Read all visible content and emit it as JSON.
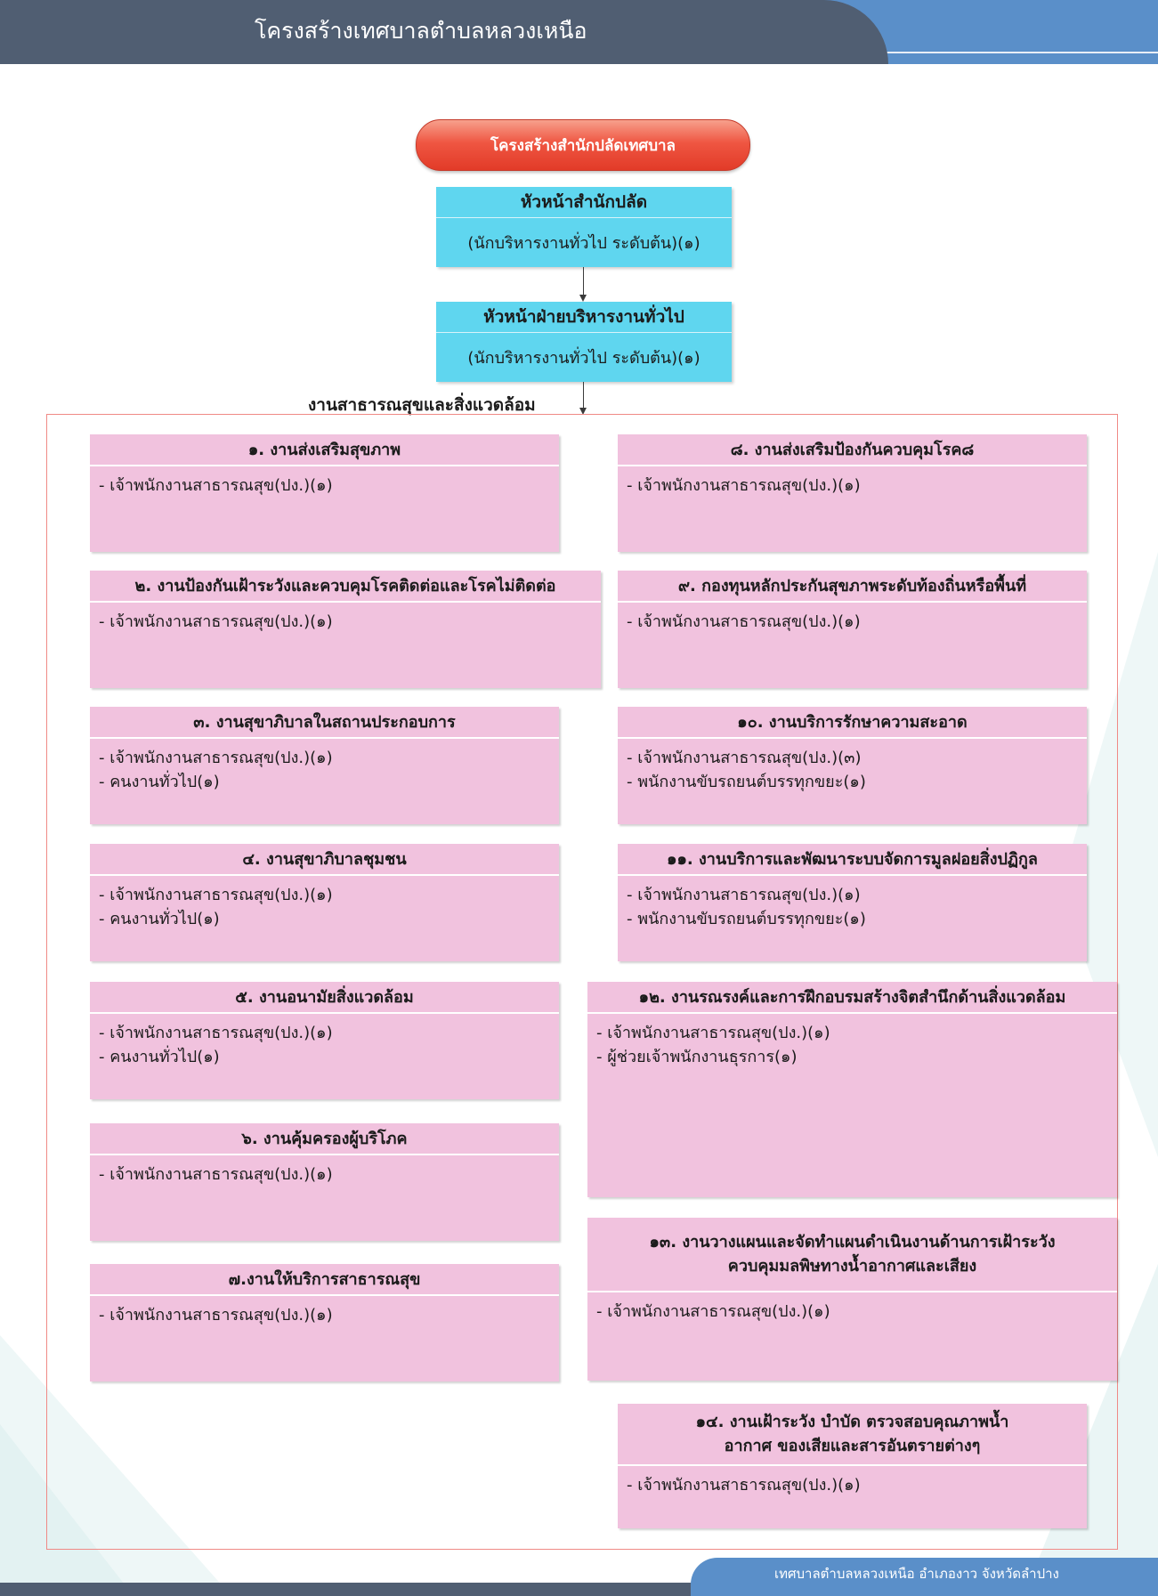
{
  "header": {
    "title": "โครงสร้างเทศบาลตำบลหลวงเหนือ"
  },
  "footer": {
    "text": "เทศบาลตำบลหลวงเหนือ อำเภองาว จังหวัดลำปาง"
  },
  "chart": {
    "title": "โครงสร้างสำนักปลัดเทศบาล"
  },
  "head_boxes": [
    {
      "title": "หัวหน้าสำนักปลัด",
      "subtitle": "(นักบริหารงานทั่วไป ระดับต้น)(๑)"
    },
    {
      "title": "หัวหน้าฝ่ายบริหารงานทั่วไป",
      "subtitle": "(นักบริหารงานทั่วไป ระดับต้น)(๑)"
    }
  ],
  "section_label": "งานสาธารณสุขและสิ่งแวดล้อม",
  "units": [
    {
      "title": "๑. งานส่งเสริมสุขภาพ",
      "staff": [
        "- เจ้าพนักงานสาธารณสุข(ปง.)(๑)"
      ]
    },
    {
      "title": "๒. งานป้องกันเฝ้าระวังและควบคุมโรคติดต่อและโรคไม่ติดต่อ",
      "staff": [
        "- เจ้าพนักงานสาธารณสุข(ปง.)(๑)"
      ]
    },
    {
      "title": "๓. งานสุขาภิบาลในสถานประกอบการ",
      "staff": [
        "- เจ้าพนักงานสาธารณสุข(ปง.)(๑)",
        "- คนงานทั่วไป(๑)"
      ]
    },
    {
      "title": "๔. งานสุขาภิบาลชุมชน",
      "staff": [
        "- เจ้าพนักงานสาธารณสุข(ปง.)(๑)",
        "- คนงานทั่วไป(๑)"
      ]
    },
    {
      "title": "๕. งานอนามัยสิ่งแวดล้อม",
      "staff": [
        "- เจ้าพนักงานสาธารณสุข(ปง.)(๑)",
        "- คนงานทั่วไป(๑)"
      ]
    },
    {
      "title": "๖. งานคุ้มครองผู้บริโภค",
      "staff": [
        "- เจ้าพนักงานสาธารณสุข(ปง.)(๑)"
      ]
    },
    {
      "title": "๗.งานให้บริการสาธารณสุข",
      "staff": [
        "- เจ้าพนักงานสาธารณสุข(ปง.)(๑)"
      ]
    },
    {
      "title": "๘. งานส่งเสริมป้องกันควบคุมโรค๘",
      "staff": [
        "- เจ้าพนักงานสาธารณสุข(ปง.)(๑)"
      ]
    },
    {
      "title": "๙. กองทุนหลักประกันสุขภาพระดับท้องถิ่นหรือพื้นที่",
      "staff": [
        "- เจ้าพนักงานสาธารณสุข(ปง.)(๑)"
      ]
    },
    {
      "title": "๑๐. งานบริการรักษาความสะอาด",
      "staff": [
        "- เจ้าพนักงานสาธารณสุข(ปง.)(๓)",
        "- พนักงานขับรถยนต์บรรทุกขยะ(๑)"
      ]
    },
    {
      "title": "๑๑. งานบริการและพัฒนาระบบจัดการมูลฝอยสิ่งปฏิกูล",
      "staff": [
        "- เจ้าพนักงานสาธารณสุข(ปง.)(๑)",
        "- พนักงานขับรถยนต์บรรทุกขยะ(๑)"
      ]
    },
    {
      "title": "๑๒. งานรณรงค์และการฝึกอบรมสร้างจิตสำนึกด้านสิ่งแวดล้อม",
      "staff": [
        "- เจ้าพนักงานสาธารณสุข(ปง.)(๑)",
        "- ผู้ช่วยเจ้าพนักงานธุรการ(๑)"
      ]
    },
    {
      "title_lines": [
        "๑๓. งานวางแผนและจัดทำแผนดำเนินงานด้านการเฝ้าระวัง",
        "ควบคุมมลพิษทางน้ำอากาศและเสียง"
      ],
      "staff": [
        "- เจ้าพนักงานสาธารณสุข(ปง.)(๑)"
      ]
    },
    {
      "title_lines": [
        "๑๔. งานเฝ้าระวัง บำบัด ตรวจสอบคุณภาพน้ำ",
        "อากาศ ของเสียและสารอันตรายต่างๆ"
      ],
      "staff": [
        "- เจ้าพนักงานสาธารณสุข(ปง.)(๑)"
      ]
    }
  ]
}
